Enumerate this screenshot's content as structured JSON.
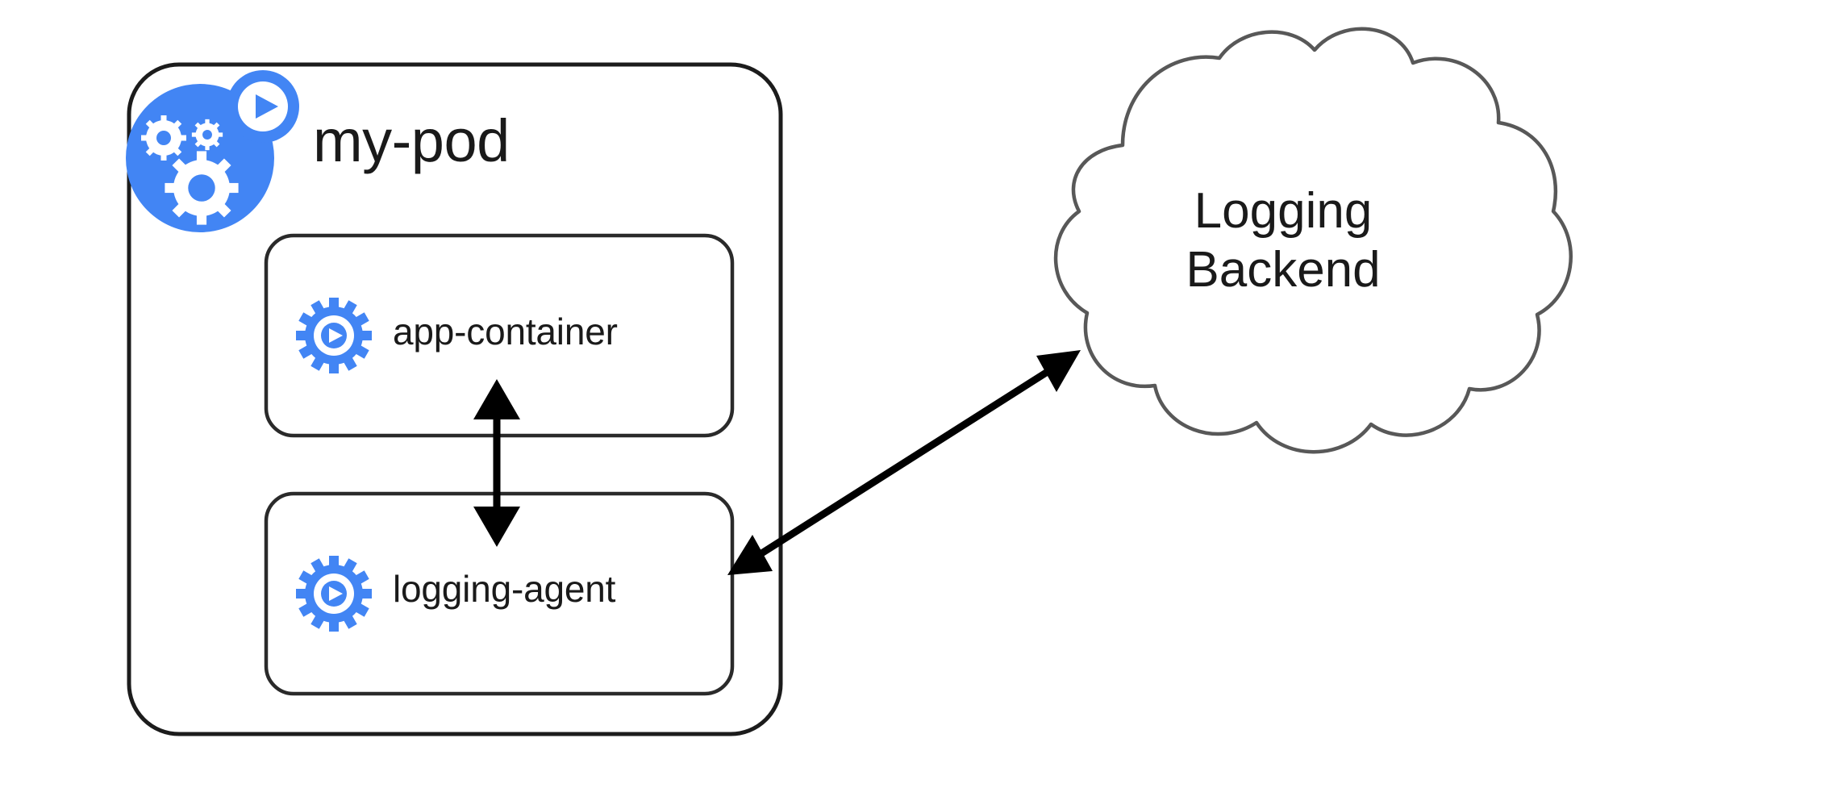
{
  "diagram": {
    "type": "kubernetes-sidecar-logging-architecture",
    "background_color": "#ffffff",
    "accent_color": "#4285f4",
    "stroke_color": "#1a1a1a",
    "cloud_stroke_color": "#565656"
  },
  "pod": {
    "name": "my-pod",
    "icon": "kubernetes-pod-icon",
    "containers": [
      {
        "id": "app-container",
        "label": "app-container",
        "icon": "container-gear-play-icon"
      },
      {
        "id": "logging-agent",
        "label": "logging-agent",
        "icon": "container-gear-play-icon"
      }
    ]
  },
  "external": {
    "cloud": {
      "icon": "cloud-shape",
      "title_line_1": "Logging",
      "title_line_2": "Backend"
    }
  },
  "connections": [
    {
      "id": "app-to-agent",
      "from": "app-container",
      "to": "logging-agent",
      "style": "bidirectional-arrow",
      "orientation": "vertical"
    },
    {
      "id": "agent-to-backend",
      "from": "logging-agent",
      "to": "cloud",
      "style": "bidirectional-arrow",
      "orientation": "diagonal"
    }
  ]
}
